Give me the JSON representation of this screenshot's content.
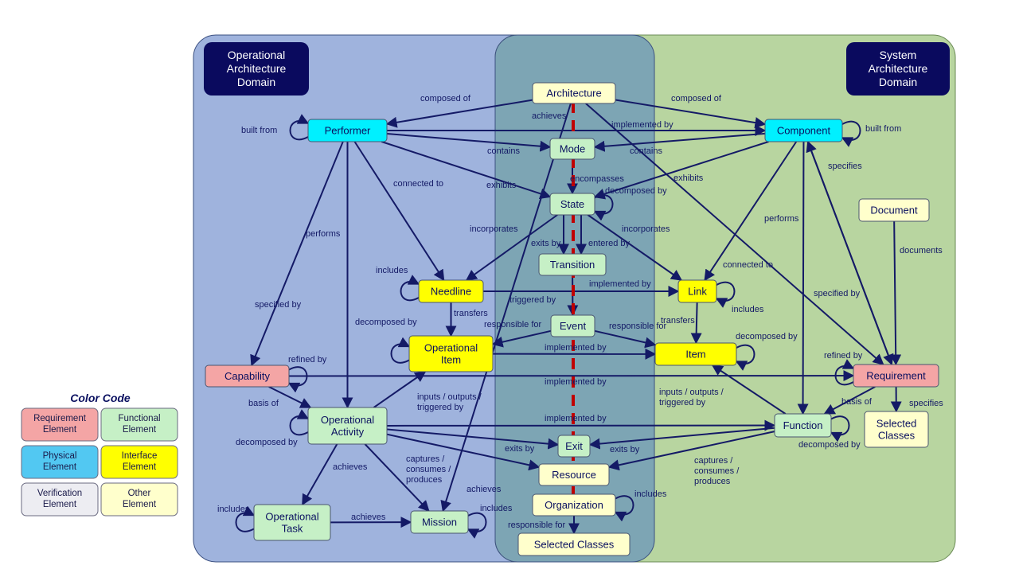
{
  "headers": {
    "operational": [
      "Operational",
      "Architecture",
      "Domain"
    ],
    "system": [
      "System",
      "Architecture",
      "Domain"
    ]
  },
  "colors": {
    "requirement": "#f4a5a5",
    "functional": "#c6f0c6",
    "physical": "#52c8f2",
    "interface": "#ffff00",
    "verification": "#ededf2",
    "other": "#ffffcc",
    "component": "#00f0ff",
    "edge": "#141a66",
    "timeline": "#c00000",
    "operational_bg": "#9fb3dd",
    "system_bg": "#b8d5a0",
    "overlap_bg": "#7da5b4",
    "header_bg": "#0a0a5e"
  },
  "legend": {
    "title": "Color Code",
    "items": [
      {
        "key": "requirement",
        "lines": [
          "Requirement",
          "Element"
        ]
      },
      {
        "key": "functional",
        "lines": [
          "Functional",
          "Element"
        ]
      },
      {
        "key": "physical",
        "lines": [
          "Physical",
          "Element"
        ]
      },
      {
        "key": "interface",
        "lines": [
          "Interface",
          "Element"
        ]
      },
      {
        "key": "verification",
        "lines": [
          "Verification",
          "Element"
        ]
      },
      {
        "key": "other",
        "lines": [
          "Other",
          "Element"
        ]
      }
    ]
  },
  "nodes": [
    {
      "id": "architecture",
      "lines": [
        "Architecture"
      ],
      "kind": "other"
    },
    {
      "id": "performer",
      "lines": [
        "Performer"
      ],
      "kind": "component"
    },
    {
      "id": "component",
      "lines": [
        "Component"
      ],
      "kind": "component"
    },
    {
      "id": "mode",
      "lines": [
        "Mode"
      ],
      "kind": "functional"
    },
    {
      "id": "state",
      "lines": [
        "State"
      ],
      "kind": "functional"
    },
    {
      "id": "transition",
      "lines": [
        "Transition"
      ],
      "kind": "functional"
    },
    {
      "id": "needline",
      "lines": [
        "Needline"
      ],
      "kind": "interface"
    },
    {
      "id": "link",
      "lines": [
        "Link"
      ],
      "kind": "interface"
    },
    {
      "id": "event",
      "lines": [
        "Event"
      ],
      "kind": "functional"
    },
    {
      "id": "operational_item",
      "lines": [
        "Operational",
        "Item"
      ],
      "kind": "interface"
    },
    {
      "id": "item",
      "lines": [
        "Item"
      ],
      "kind": "interface"
    },
    {
      "id": "capability",
      "lines": [
        "Capability"
      ],
      "kind": "requirement"
    },
    {
      "id": "requirement",
      "lines": [
        "Requirement"
      ],
      "kind": "requirement"
    },
    {
      "id": "document",
      "lines": [
        "Document"
      ],
      "kind": "other"
    },
    {
      "id": "operational_activity",
      "lines": [
        "Operational",
        "Activity"
      ],
      "kind": "functional"
    },
    {
      "id": "function",
      "lines": [
        "Function"
      ],
      "kind": "functional"
    },
    {
      "id": "selected_classes_right",
      "lines": [
        "Selected",
        "Classes"
      ],
      "kind": "other"
    },
    {
      "id": "exit",
      "lines": [
        "Exit"
      ],
      "kind": "functional"
    },
    {
      "id": "resource",
      "lines": [
        "Resource"
      ],
      "kind": "other"
    },
    {
      "id": "organization",
      "lines": [
        "Organization"
      ],
      "kind": "other"
    },
    {
      "id": "selected_classes_bottom",
      "lines": [
        "Selected Classes"
      ],
      "kind": "other"
    },
    {
      "id": "operational_task",
      "lines": [
        "Operational",
        "Task"
      ],
      "kind": "functional"
    },
    {
      "id": "mission",
      "lines": [
        "Mission"
      ],
      "kind": "functional"
    }
  ],
  "edges": [
    {
      "from": "architecture",
      "to": "performer",
      "label": [
        "composed of"
      ]
    },
    {
      "from": "architecture",
      "to": "component",
      "label": [
        "composed of"
      ]
    },
    {
      "from": "architecture",
      "to": "mission",
      "label": [
        "achieves"
      ]
    },
    {
      "from": "architecture",
      "to": "requirement",
      "label": []
    },
    {
      "from": "performer",
      "to": "component",
      "label": [
        "implemented by"
      ]
    },
    {
      "from": "performer",
      "to": "mode",
      "label": [
        "contains"
      ]
    },
    {
      "from": "performer",
      "to": "state",
      "label": [
        "exhibits"
      ]
    },
    {
      "from": "performer",
      "to": "needline",
      "label": [
        "connected to"
      ]
    },
    {
      "from": "performer",
      "to": "operational_activity",
      "label": [
        "performs"
      ]
    },
    {
      "from": "performer",
      "to": "capability",
      "label": [
        "specified by"
      ]
    },
    {
      "from": "component",
      "to": "mode",
      "label": [
        "contains"
      ]
    },
    {
      "from": "component",
      "to": "state",
      "label": [
        "exhibits"
      ]
    },
    {
      "from": "component",
      "to": "link",
      "label": [
        "connected to"
      ]
    },
    {
      "from": "component",
      "to": "function",
      "label": [
        "performs"
      ]
    },
    {
      "from": "component",
      "to": "requirement",
      "label": [
        "specified by"
      ]
    },
    {
      "from": "mode",
      "to": "state",
      "label": [
        "encompasses"
      ]
    },
    {
      "from": "state",
      "to": "transition",
      "label": [
        "exits by"
      ]
    },
    {
      "from": "state",
      "to": "transition",
      "label": [
        "entered by"
      ]
    },
    {
      "from": "state",
      "to": "needline",
      "label": [
        "incorporates"
      ]
    },
    {
      "from": "state",
      "to": "link",
      "label": [
        "incorporates"
      ]
    },
    {
      "from": "transition",
      "to": "event",
      "label": [
        "triggered by"
      ]
    },
    {
      "from": "needline",
      "to": "link",
      "label": [
        "implemented by"
      ]
    },
    {
      "from": "needline",
      "to": "operational_item",
      "label": [
        "transfers"
      ]
    },
    {
      "from": "link",
      "to": "item",
      "label": [
        "transfers"
      ]
    },
    {
      "from": "event",
      "to": "operational_item",
      "label": [
        "responsible for"
      ]
    },
    {
      "from": "event",
      "to": "item",
      "label": [
        "responsible for"
      ]
    },
    {
      "from": "operational_item",
      "to": "item",
      "label": [
        "implemented by"
      ]
    },
    {
      "from": "capability",
      "to": "requirement",
      "label": [
        "implemented by"
      ]
    },
    {
      "from": "capability",
      "to": "operational_activity",
      "label": [
        "basis of"
      ]
    },
    {
      "from": "operational_activity",
      "to": "operational_item",
      "label": [
        "inputs / outputs /",
        "triggered by"
      ]
    },
    {
      "from": "operational_activity",
      "to": "function",
      "label": [
        "implemented by"
      ]
    },
    {
      "from": "operational_activity",
      "to": "exit",
      "label": [
        "exits by"
      ]
    },
    {
      "from": "operational_activity",
      "to": "resource",
      "label": [
        "captures /",
        "consumes /",
        "produces"
      ]
    },
    {
      "from": "operational_activity",
      "to": "operational_task",
      "label": [
        "achieves"
      ]
    },
    {
      "from": "operational_activity",
      "to": "mission",
      "label": [
        "achieves"
      ]
    },
    {
      "from": "operational_task",
      "to": "mission",
      "label": [
        "achieves"
      ]
    },
    {
      "from": "function",
      "to": "item",
      "label": [
        "inputs / outputs /",
        "triggered by"
      ]
    },
    {
      "from": "function",
      "to": "exit",
      "label": [
        "exits by"
      ]
    },
    {
      "from": "function",
      "to": "resource",
      "label": [
        "captures /",
        "consumes /",
        "produces"
      ]
    },
    {
      "from": "requirement",
      "to": "component",
      "label": [
        "specifies"
      ]
    },
    {
      "from": "requirement",
      "to": "function",
      "label": [
        "basis of"
      ]
    },
    {
      "from": "requirement",
      "to": "selected_classes_right",
      "label": [
        "specifies"
      ]
    },
    {
      "from": "document",
      "to": "requirement",
      "label": [
        "documents"
      ]
    },
    {
      "from": "organization",
      "to": "selected_classes_bottom",
      "label": [
        "responsible for"
      ]
    }
  ],
  "self_loops": [
    {
      "node": "performer",
      "label": "built from"
    },
    {
      "node": "component",
      "label": "built from"
    },
    {
      "node": "state",
      "label": "decomposed by"
    },
    {
      "node": "needline",
      "label": "includes"
    },
    {
      "node": "link",
      "label": "includes"
    },
    {
      "node": "operational_item",
      "label": "decomposed by"
    },
    {
      "node": "item",
      "label": "decomposed by"
    },
    {
      "node": "capability",
      "label": "refined by"
    },
    {
      "node": "requirement",
      "label": "refined by"
    },
    {
      "node": "operational_activity",
      "label": "decomposed by"
    },
    {
      "node": "function",
      "label": "decomposed by"
    },
    {
      "node": "organization",
      "label": "includes"
    },
    {
      "node": "operational_task",
      "label": "includes"
    },
    {
      "node": "mission",
      "label": "includes"
    }
  ]
}
